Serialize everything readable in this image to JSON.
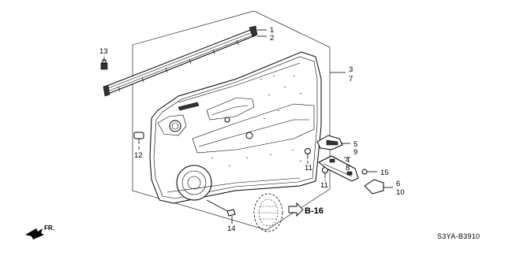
{
  "callouts": [
    "1",
    "2",
    "3",
    "7",
    "13",
    "12",
    "5",
    "9",
    "4",
    "8",
    "11",
    "11",
    "15",
    "6",
    "10",
    "14"
  ],
  "reference": "B-16",
  "direction": "FR.",
  "diagram_code": "S3YA-B3910"
}
